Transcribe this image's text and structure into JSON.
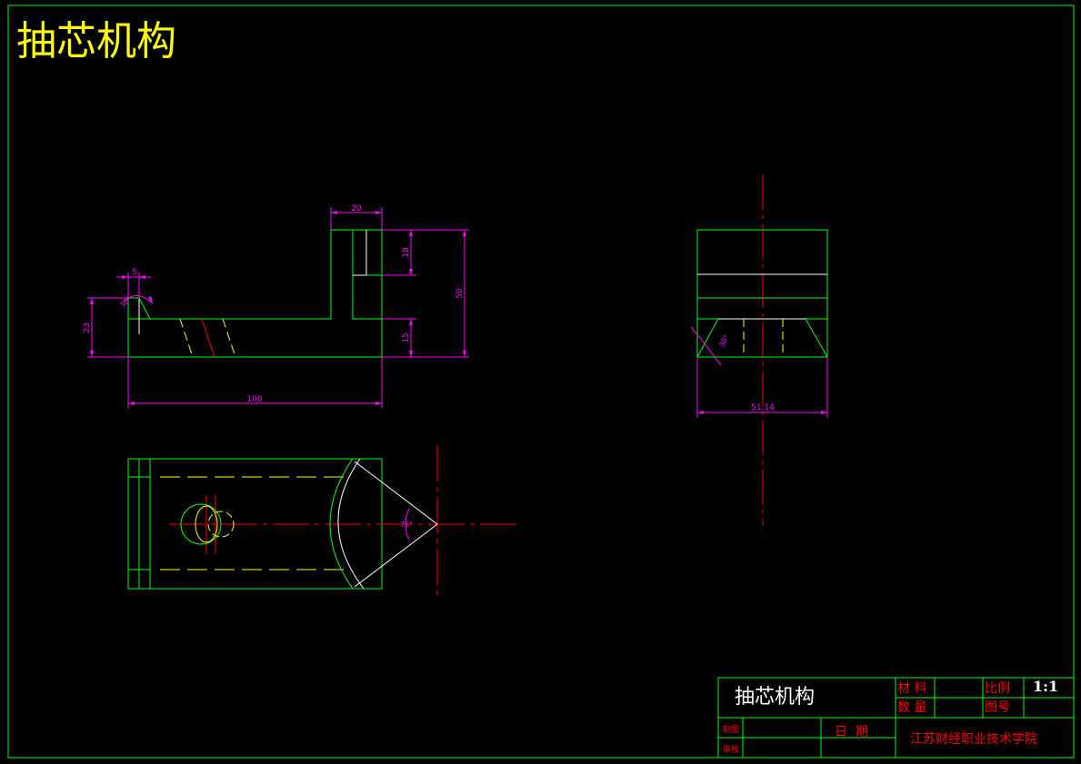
{
  "title": "抽芯机构",
  "colors": {
    "background": "#000000",
    "outline": "#00ff00",
    "dimension": "#ff00ff",
    "center_line": "#ff0000",
    "hidden_line": "#ffff00",
    "white_line": "#ffffff",
    "title_text": "#ffff00",
    "block_label": "#ff0000"
  },
  "front_view": {
    "dim_top_width": "20",
    "dim_tip_width": "5",
    "dim_angle": "30°",
    "dim_left_height": "23",
    "dim_overall_length": "100",
    "dim_upper_height": "18",
    "dim_total_height": "50",
    "dim_base_height": "15"
  },
  "side_view": {
    "dim_angle": "30°",
    "dim_width": "51.14"
  },
  "top_view": {
    "dim_angle": "75°"
  },
  "title_block": {
    "part_name": "抽芯机构",
    "material_label": "材 料",
    "quantity_label": "数 量",
    "scale_label": "比例",
    "scale_value": "1:1",
    "drawing_no_label": "图号",
    "drawn_by_label": "制图",
    "checked_by_label": "审核",
    "date_label": "日  期",
    "institution": "江苏财经职业技术学院"
  }
}
